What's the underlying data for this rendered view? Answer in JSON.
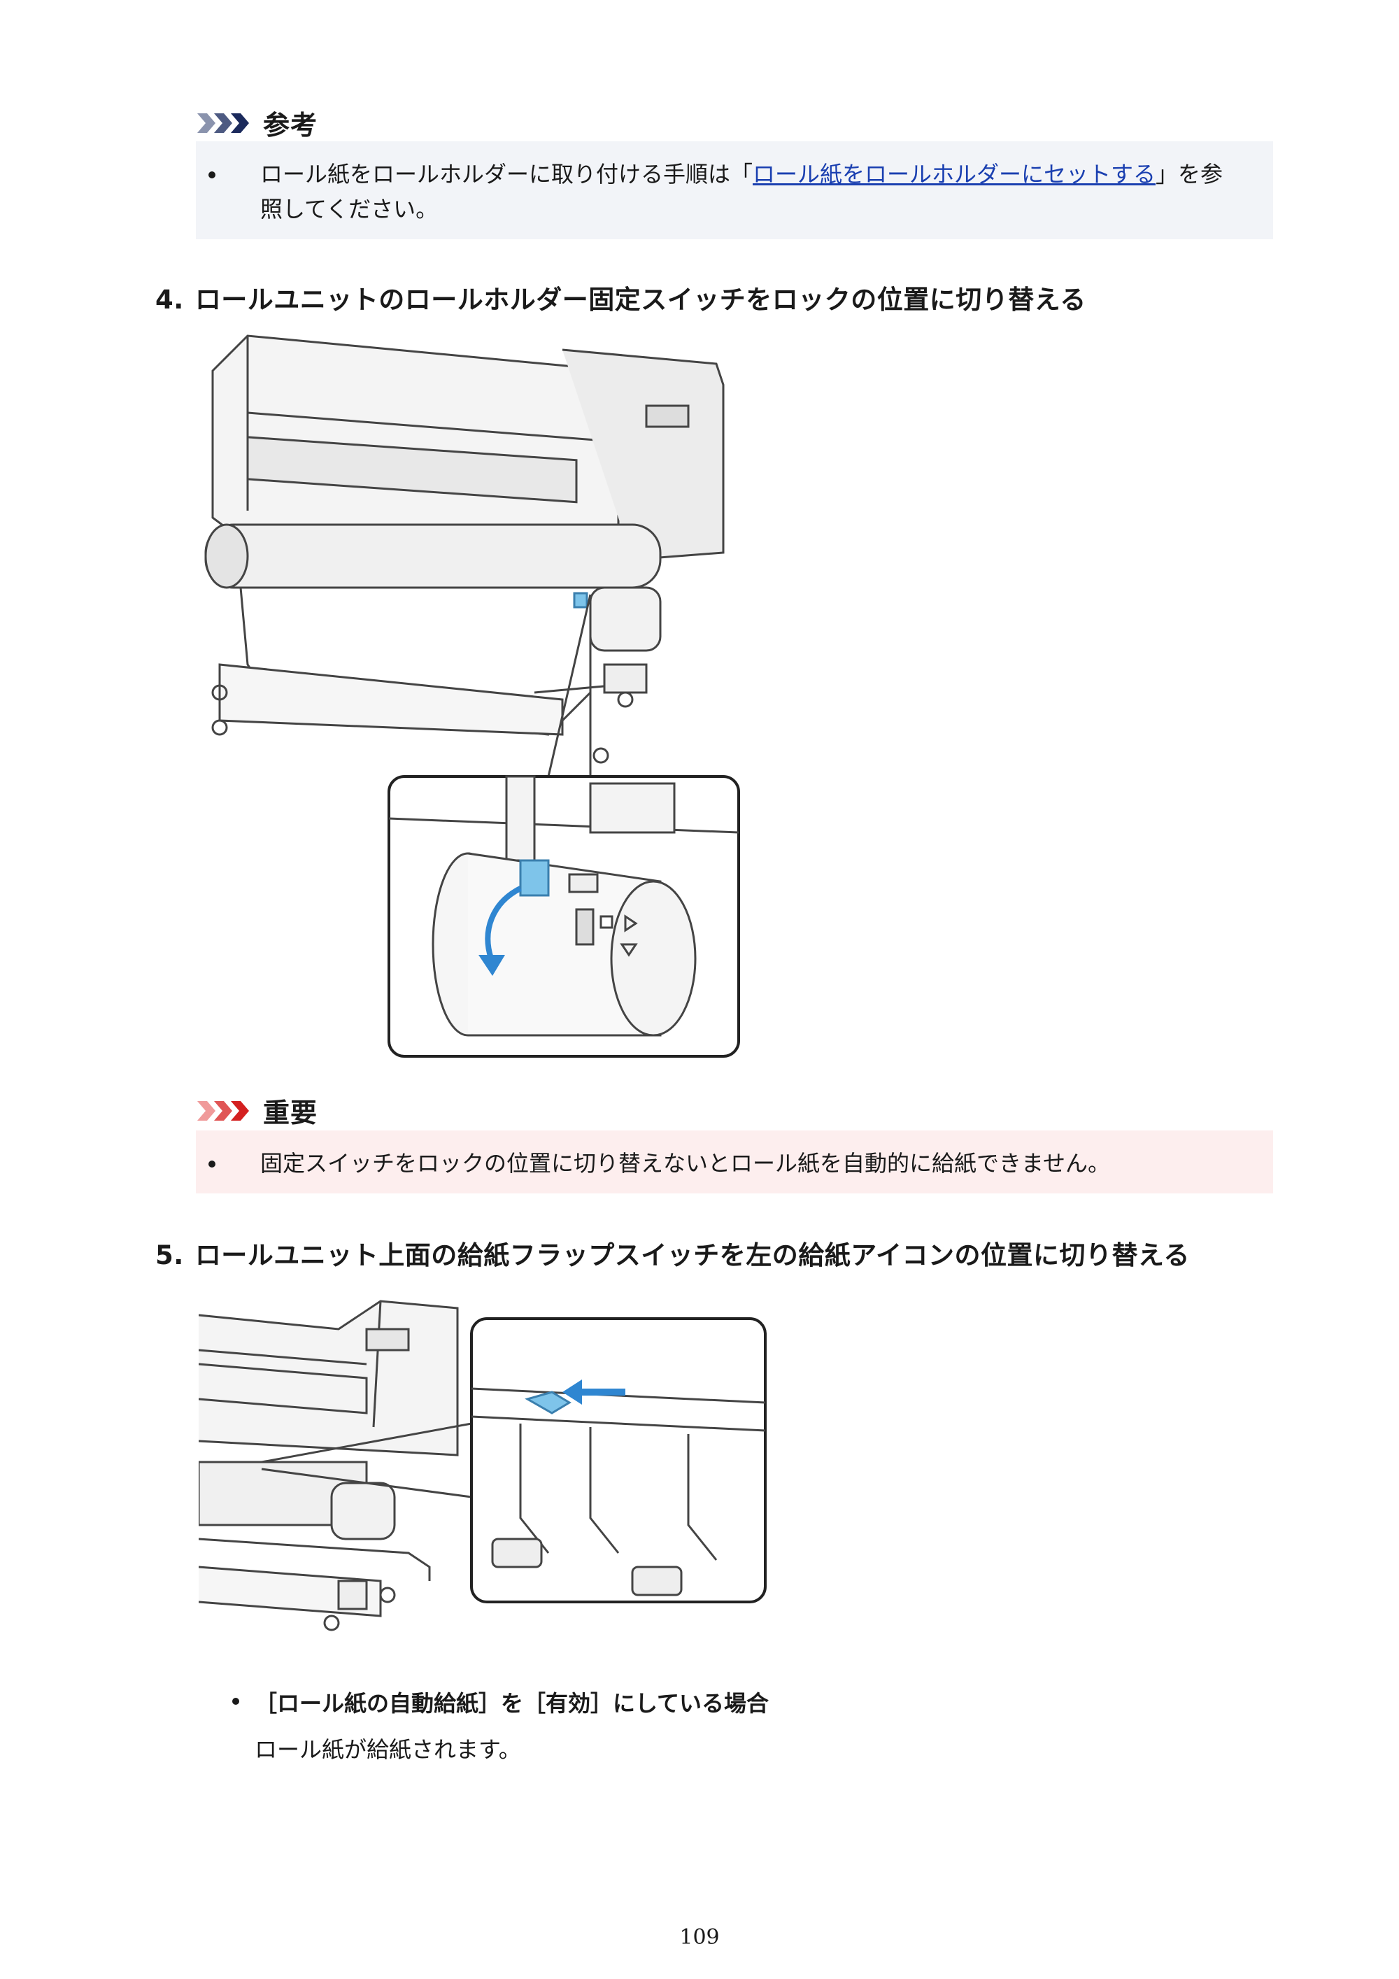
{
  "reference_note": {
    "heading": "参考",
    "text_before": "ロール紙をロールホルダーに取り付ける手順は「",
    "link": "ロール紙をロールホルダーにセットする",
    "text_after_line1": "」を参",
    "text_line2": "照してください。"
  },
  "step4": {
    "number": "4.",
    "title": "ロールユニットのロールホルダー固定スイッチをロックの位置に切り替える"
  },
  "important_note": {
    "heading": "重要",
    "text": "固定スイッチをロックの位置に切り替えないとロール紙を自動的に給紙できません。"
  },
  "step5": {
    "number": "5.",
    "title": "ロールユニット上面の給紙フラップスイッチを左の給紙アイコンの位置に切り替える"
  },
  "condition": {
    "heading": "［ロール紙の自動給紙］を［有効］にしている場合",
    "text": "ロール紙が給紙されます。"
  },
  "page_number": "109",
  "colors": {
    "ref_chevron": "#1b2a5c",
    "imp_chevron": "#d42020",
    "ref_box": "#f2f4f8",
    "imp_box": "#fdeeee",
    "link": "#1a3fb0",
    "accent_blue": "#7ec4ea"
  }
}
